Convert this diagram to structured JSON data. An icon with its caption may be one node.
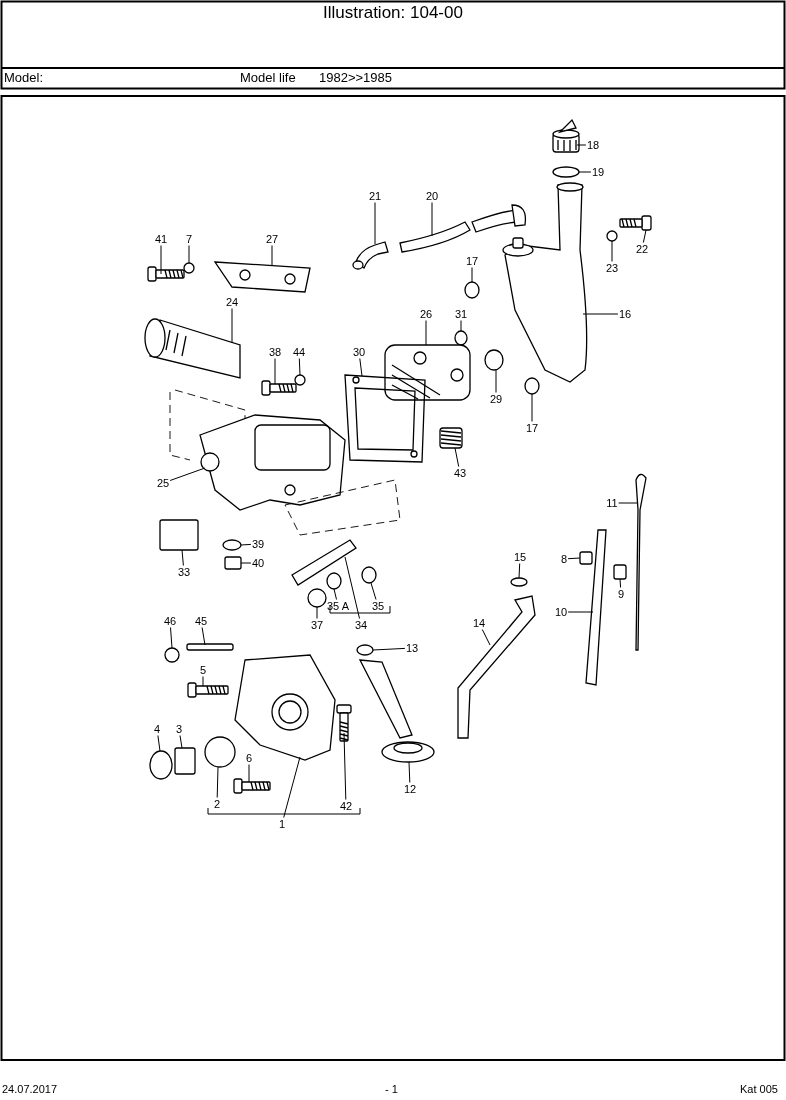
{
  "diagram": {
    "title": "Illustration: 104-00",
    "nodes": [
      {
        "text": [
          "18"
        ]
      },
      {
        "text": [
          "19"
        ]
      },
      {
        "text": [
          "21"
        ]
      },
      {
        "text": [
          "20"
        ]
      },
      {
        "text": [
          "41"
        ]
      },
      {
        "text": [
          "7"
        ]
      },
      {
        "text": [
          "27"
        ]
      },
      {
        "text": [
          "22"
        ]
      },
      {
        "text": [
          "23"
        ]
      },
      {
        "text": [
          "17"
        ]
      },
      {
        "text": [
          "24"
        ]
      },
      {
        "text": [
          "31"
        ]
      },
      {
        "text": [
          "26"
        ]
      },
      {
        "text": [
          "16"
        ]
      },
      {
        "text": [
          "38"
        ]
      },
      {
        "text": [
          "44"
        ]
      },
      {
        "text": [
          "30"
        ]
      },
      {
        "text": [
          "29"
        ]
      },
      {
        "text": [
          "17"
        ]
      },
      {
        "text": [
          "43"
        ]
      },
      {
        "text": [
          "25"
        ]
      },
      {
        "text": [
          "11"
        ]
      },
      {
        "text": [
          "39"
        ]
      },
      {
        "text": [
          "40"
        ]
      },
      {
        "text": [
          "33"
        ]
      },
      {
        "text": [
          "15"
        ]
      },
      {
        "text": [
          "8"
        ]
      },
      {
        "text": [
          "9"
        ]
      },
      {
        "text": [
          "10"
        ]
      },
      {
        "text": [
          "14"
        ]
      },
      {
        "text": [
          "35 A"
        ]
      },
      {
        "text": [
          "35"
        ]
      },
      {
        "text": [
          "37"
        ]
      },
      {
        "text": [
          "34"
        ]
      },
      {
        "text": [
          "46"
        ]
      },
      {
        "text": [
          "45"
        ]
      },
      {
        "text": [
          "13"
        ]
      },
      {
        "text": [
          "5"
        ]
      },
      {
        "text": [
          "4"
        ]
      },
      {
        "text": [
          "3"
        ]
      },
      {
        "text": [
          "6"
        ]
      },
      {
        "text": [
          "12"
        ]
      },
      {
        "text": [
          "2"
        ]
      },
      {
        "text": [
          "42"
        ]
      },
      {
        "text": [
          "1"
        ]
      },
      {
        "text": [],
        "shape": "picture"
      },
      {
        "text": [],
        "shape": "circle"
      },
      {
        "text": [],
        "shape": "picture"
      },
      {
        "text": [],
        "shape": "picture"
      },
      {
        "text": [],
        "shape": "picture"
      },
      {
        "text": [],
        "shape": "circle"
      },
      {
        "text": [],
        "shape": "picture"
      },
      {
        "text": [],
        "shape": "picture"
      },
      {
        "text": [],
        "shape": "circle"
      },
      {
        "text": [],
        "shape": "circle"
      },
      {
        "text": [],
        "shape": "picture"
      },
      {
        "text": [],
        "shape": "circle"
      },
      {
        "text": [],
        "shape": "picture"
      },
      {
        "text": [],
        "shape": "picture"
      },
      {
        "text": [],
        "shape": "picture"
      },
      {
        "text": [],
        "shape": "circle"
      },
      {
        "text": [],
        "shape": "picture"
      },
      {
        "text": [],
        "shape": "circle"
      },
      {
        "text": [],
        "shape": "circle"
      },
      {
        "text": [],
        "shape": "picture"
      },
      {
        "text": [],
        "shape": "picture"
      },
      {
        "text": [],
        "shape": "picture"
      },
      {
        "text": [],
        "shape": "circle"
      },
      {
        "text": [],
        "shape": "box"
      },
      {
        "text": [],
        "shape": "box"
      },
      {
        "text": [],
        "shape": "circle"
      },
      {
        "text": [],
        "shape": "box"
      },
      {
        "text": [],
        "shape": "box"
      },
      {
        "text": [],
        "shape": "picture"
      },
      {
        "text": [],
        "shape": "picture"
      },
      {
        "text": [],
        "shape": "circle"
      },
      {
        "text": [],
        "shape": "circle"
      },
      {
        "text": [],
        "shape": "circle"
      },
      {
        "text": [],
        "shape": "picture"
      },
      {
        "text": [],
        "shape": "circle"
      },
      {
        "text": [],
        "shape": "box"
      },
      {
        "text": [],
        "shape": "circle"
      },
      {
        "text": [],
        "shape": "picture"
      },
      {
        "text": [],
        "shape": "circle"
      },
      {
        "text": [],
        "shape": "box"
      },
      {
        "text": [],
        "shape": "picture"
      },
      {
        "text": [],
        "shape": "picture"
      },
      {
        "text": [],
        "shape": "circle"
      },
      {
        "text": [],
        "shape": "picture"
      },
      {
        "text": [],
        "shape": "picture"
      }
    ],
    "edges": [
      {
        "from": 0,
        "to": 45,
        "arrow": "none"
      },
      {
        "from": 1,
        "to": 46,
        "arrow": "none"
      },
      {
        "from": 2,
        "to": 47,
        "arrow": "none"
      },
      {
        "from": 3,
        "to": 48,
        "arrow": "none"
      },
      {
        "from": 4,
        "to": 49,
        "arrow": "none"
      },
      {
        "from": 5,
        "to": 50,
        "arrow": "none"
      },
      {
        "from": 6,
        "to": 51,
        "arrow": "none"
      },
      {
        "from": 7,
        "to": 52,
        "arrow": "none"
      },
      {
        "from": 8,
        "to": 53,
        "arrow": "none"
      },
      {
        "from": 9,
        "to": 54,
        "arrow": "none"
      },
      {
        "from": 10,
        "to": 55,
        "arrow": "none"
      },
      {
        "from": 11,
        "to": 56,
        "arrow": "none"
      },
      {
        "from": 12,
        "to": 57,
        "arrow": "none"
      },
      {
        "from": 13,
        "to": 58,
        "arrow": "none"
      },
      {
        "from": 14,
        "to": 59,
        "arrow": "none"
      },
      {
        "from": 15,
        "to": 60,
        "arrow": "none"
      },
      {
        "from": 16,
        "to": 61,
        "arrow": "none"
      },
      {
        "from": 17,
        "to": 62,
        "arrow": "none"
      },
      {
        "from": 18,
        "to": 63,
        "arrow": "none"
      },
      {
        "from": 19,
        "to": 64,
        "arrow": "none"
      },
      {
        "from": 20,
        "to": 65,
        "arrow": "none"
      },
      {
        "from": 21,
        "to": 66,
        "arrow": "none"
      },
      {
        "from": 22,
        "to": 67,
        "arrow": "none"
      },
      {
        "from": 23,
        "to": 68,
        "arrow": "none"
      },
      {
        "from": 24,
        "to": 69,
        "arrow": "none"
      },
      {
        "from": 25,
        "to": 70,
        "arrow": "none"
      },
      {
        "from": 26,
        "to": 71,
        "arrow": "none"
      },
      {
        "from": 27,
        "to": 72,
        "arrow": "none"
      },
      {
        "from": 28,
        "to": 73,
        "arrow": "none"
      },
      {
        "from": 29,
        "to": 74,
        "arrow": "none"
      },
      {
        "from": 30,
        "to": 75,
        "arrow": "none"
      },
      {
        "from": 31,
        "to": 76,
        "arrow": "none"
      },
      {
        "from": 32,
        "to": 77,
        "arrow": "none"
      },
      {
        "from": 33,
        "to": 78,
        "arrow": "none"
      },
      {
        "from": 34,
        "to": 79,
        "arrow": "none"
      },
      {
        "from": 35,
        "to": 80,
        "arrow": "none"
      },
      {
        "from": 36,
        "to": 81,
        "arrow": "none"
      },
      {
        "from": 37,
        "to": 82,
        "arrow": "none"
      },
      {
        "from": 38,
        "to": 83,
        "arrow": "none"
      },
      {
        "from": 39,
        "to": 84,
        "arrow": "none"
      },
      {
        "from": 40,
        "to": 85,
        "arrow": "none"
      },
      {
        "from": 41,
        "to": 86,
        "arrow": "none"
      },
      {
        "from": 42,
        "to": 87,
        "arrow": "none"
      },
      {
        "from": 43,
        "to": 88,
        "arrow": "none"
      },
      {
        "from": 44,
        "to": 89,
        "arrow": "none"
      }
    ],
    "labels": [
      "Model:",
      "Model life",
      "1982>>1985",
      "24.07.2017",
      "- 1",
      "Kat 005"
    ]
  }
}
